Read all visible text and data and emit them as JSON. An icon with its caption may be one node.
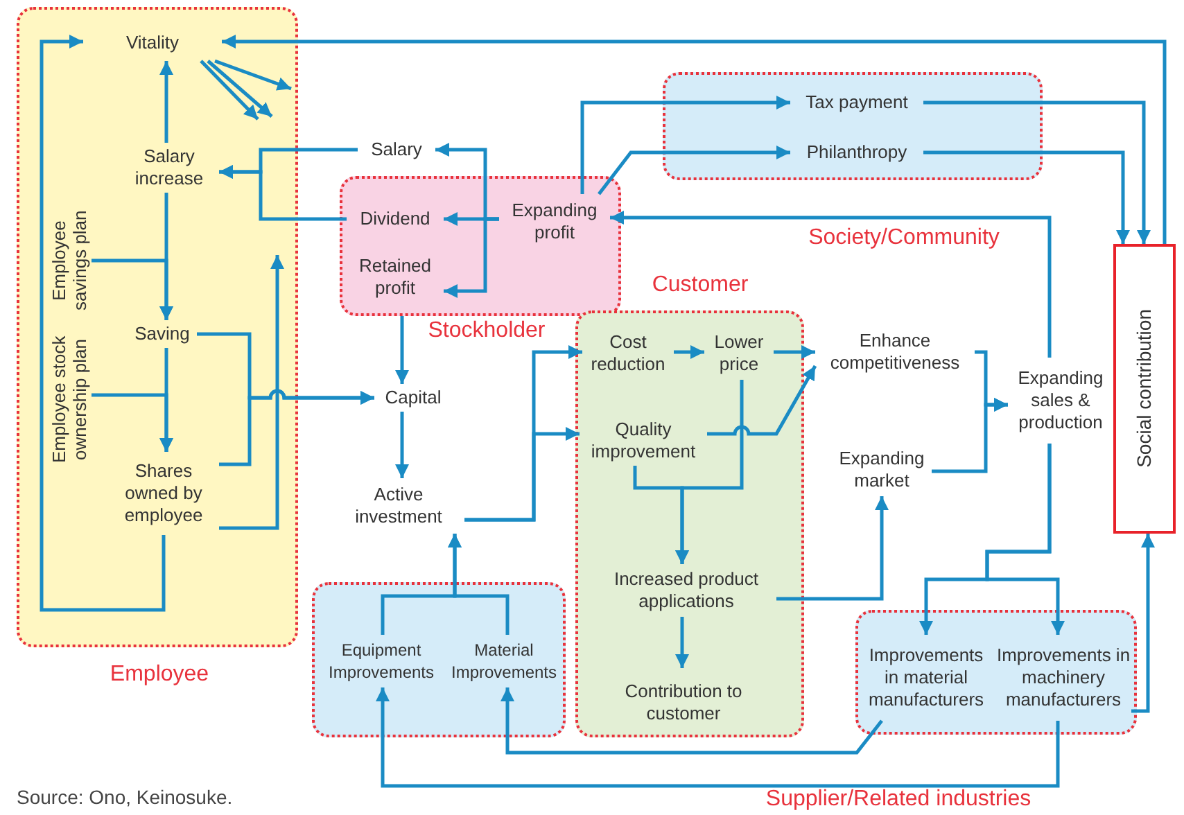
{
  "diagram": {
    "nodes": [
      {
        "text": [
          "Employee"
        ]
      },
      {
        "text": [
          "Vitality"
        ],
        "in": 0
      },
      {
        "text": [
          "Salary increase"
        ],
        "in": 0
      },
      {
        "text": [
          "Employee savings plan"
        ],
        "in": 0
      },
      {
        "text": [
          "Saving"
        ],
        "in": 0
      },
      {
        "text": [
          "Employee stock ownership plan"
        ],
        "in": 0
      },
      {
        "text": [
          "Shares owned by employee"
        ],
        "in": 0
      },
      {
        "text": [
          "Salary"
        ]
      },
      {
        "text": [
          "Stockholder"
        ]
      },
      {
        "text": [
          "Dividend"
        ],
        "in": 8
      },
      {
        "text": [
          "Retained profit"
        ],
        "in": 8
      },
      {
        "text": [
          "Expanding profit"
        ],
        "in": 8
      },
      {
        "text": [
          "Society/Community"
        ]
      },
      {
        "text": [
          "Tax payment"
        ],
        "in": 12
      },
      {
        "text": [
          "Philanthropy"
        ],
        "in": 12
      },
      {
        "text": [
          "Social contribution"
        ]
      },
      {
        "text": [
          "Capital"
        ]
      },
      {
        "text": [
          "Active investment"
        ]
      },
      {
        "text": [
          "Customer"
        ]
      },
      {
        "text": [
          "Cost reduction"
        ],
        "in": 18
      },
      {
        "text": [
          "Lower price"
        ],
        "in": 18
      },
      {
        "text": [
          "Quality improvement"
        ],
        "in": 18
      },
      {
        "text": [
          "Increased product applications"
        ],
        "in": 18
      },
      {
        "text": [
          "Contribution to customer"
        ],
        "in": 18
      },
      {
        "text": [
          "Enhance competitiveness"
        ]
      },
      {
        "text": [
          "Expanding market"
        ]
      },
      {
        "text": [
          "Expanding sales & production"
        ]
      },
      {
        "text": [],
        "shape": "box"
      },
      {
        "text": [
          "Equipment Improvements"
        ],
        "in": 27
      },
      {
        "text": [
          "Material Improvements"
        ],
        "in": 27
      },
      {
        "text": [
          "Supplier/Related industries"
        ]
      },
      {
        "text": [
          "Improvements in material manufacturers"
        ],
        "in": 30
      },
      {
        "text": [
          "Improvements in machinery manufacturers"
        ],
        "in": 30
      }
    ],
    "edges": [
      {
        "from": 2,
        "to": 1,
        "arrow": "to"
      },
      {
        "from": 1,
        "to": null,
        "arrow": "to"
      },
      {
        "from": 1,
        "to": null,
        "arrow": "to"
      },
      {
        "from": 1,
        "to": null,
        "arrow": "to"
      },
      {
        "from": 7,
        "to": 2,
        "arrow": "to"
      },
      {
        "from": 9,
        "to": 2,
        "arrow": "to"
      },
      {
        "from": 11,
        "to": 7,
        "arrow": "to"
      },
      {
        "from": 11,
        "to": 9,
        "arrow": "to"
      },
      {
        "from": 11,
        "to": 10,
        "arrow": "to"
      },
      {
        "from": 2,
        "to": 4,
        "arrow": "to"
      },
      {
        "from": 3,
        "to": 4,
        "arrow": "to"
      },
      {
        "from": 5,
        "to": 6,
        "arrow": "to"
      },
      {
        "from": 4,
        "to": 6,
        "arrow": "to"
      },
      {
        "from": 4,
        "to": 16,
        "arrow": "to"
      },
      {
        "from": 6,
        "to": 16,
        "arrow": "to"
      },
      {
        "from": 6,
        "to": null,
        "arrow": "to"
      },
      {
        "from": 6,
        "to": 1,
        "arrow": "to"
      },
      {
        "from": 8,
        "to": 16,
        "arrow": "to"
      },
      {
        "from": 16,
        "to": 17,
        "arrow": "to"
      },
      {
        "from": 17,
        "to": 19,
        "arrow": "to"
      },
      {
        "from": 17,
        "to": 21,
        "arrow": "to"
      },
      {
        "from": 28,
        "to": 17,
        "arrow": "to"
      },
      {
        "from": 29,
        "to": 17,
        "arrow": "to"
      },
      {
        "from": 19,
        "to": 20,
        "arrow": "to"
      },
      {
        "from": 20,
        "to": 24,
        "arrow": "to"
      },
      {
        "from": 21,
        "to": 24,
        "arrow": "to"
      },
      {
        "from": 20,
        "to": 22,
        "arrow": "to"
      },
      {
        "from": 21,
        "to": 22,
        "arrow": "to"
      },
      {
        "from": 22,
        "to": 23,
        "arrow": "to"
      },
      {
        "from": 22,
        "to": 25,
        "arrow": "to"
      },
      {
        "from": 24,
        "to": 26,
        "arrow": "to"
      },
      {
        "from": 25,
        "to": 26,
        "arrow": "to"
      },
      {
        "from": 26,
        "to": 11,
        "arrow": "to"
      },
      {
        "from": 26,
        "to": 31,
        "arrow": "to"
      },
      {
        "from": 26,
        "to": 32,
        "arrow": "to"
      },
      {
        "from": 31,
        "to": 29,
        "arrow": "to"
      },
      {
        "from": 32,
        "to": 28,
        "arrow": "to"
      },
      {
        "from": 32,
        "to": 15,
        "arrow": "to"
      },
      {
        "from": 13,
        "to": 15,
        "arrow": "to"
      },
      {
        "from": 14,
        "to": 15,
        "arrow": "to"
      },
      {
        "from": 15,
        "to": 1,
        "arrow": "to"
      },
      {
        "from": 11,
        "to": 13,
        "arrow": "to"
      },
      {
        "from": 11,
        "to": 14,
        "arrow": "to"
      }
    ],
    "labels": [
      "Source: Ono, Keinosuke."
    ]
  }
}
